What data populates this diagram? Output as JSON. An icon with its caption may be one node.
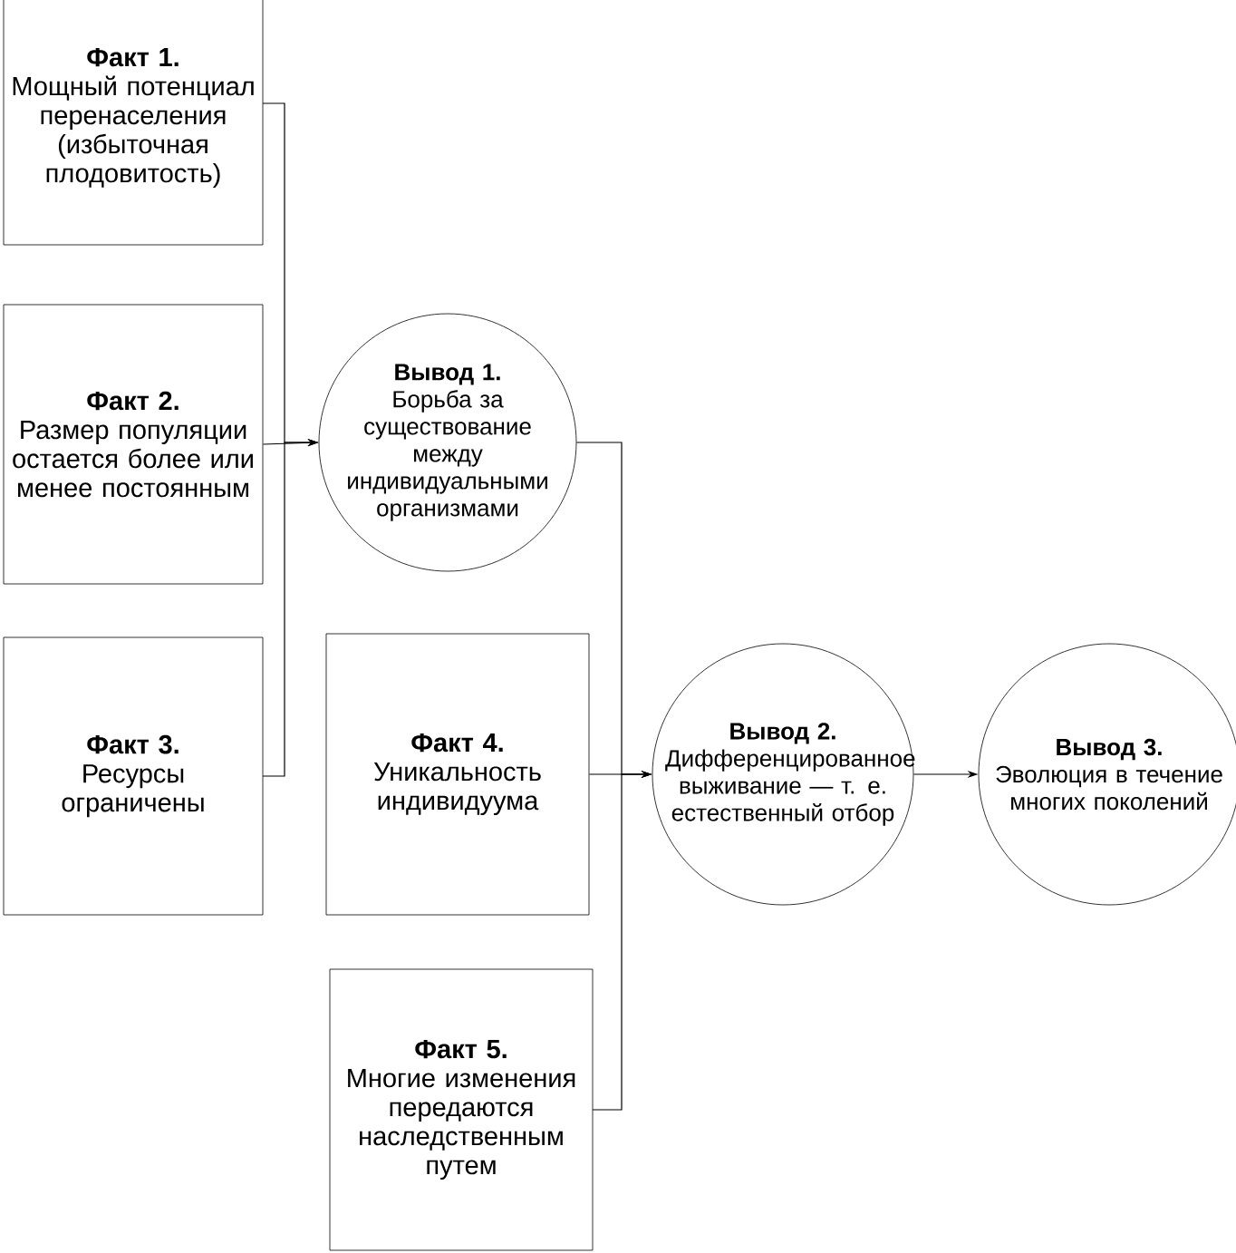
{
  "diagram": {
    "nodes": [
      {
        "text": [
          "Факт 1.",
          "Мощный потенциал перенаселения (избыточная плодовитость)"
        ]
      },
      {
        "text": [
          "Факт 2.",
          "Размер популяции остается более или менее постоянным"
        ]
      },
      {
        "text": [
          "Факт 3.",
          "Ресурсы ограничены"
        ]
      },
      {
        "text": [
          "Вывод 1.",
          "Борьба за существование между индивидуальными организмами"
        ]
      },
      {
        "text": [
          "Факт 4.",
          "Уникальность индивидуума"
        ]
      },
      {
        "text": [
          "Факт 5.",
          "Многие изменения передаются наследственным путем"
        ]
      },
      {
        "text": [
          "Вывод 2.",
          "Дифференцированное выживание — т. е. естественный отбор"
        ]
      },
      {
        "text": [
          "Вывод 3.",
          "Эволюция в течение многих поколений"
        ]
      }
    ],
    "edges": [
      {
        "from": 0,
        "to": 3,
        "arrow": "to"
      },
      {
        "from": 1,
        "to": 3,
        "arrow": "to"
      },
      {
        "from": 2,
        "to": 3,
        "arrow": "to"
      },
      {
        "from": 3,
        "to": 6,
        "arrow": "to"
      },
      {
        "from": 4,
        "to": 6,
        "arrow": "to"
      },
      {
        "from": 5,
        "to": 6,
        "arrow": "to"
      },
      {
        "from": 6,
        "to": 7,
        "arrow": "to"
      }
    ]
  }
}
